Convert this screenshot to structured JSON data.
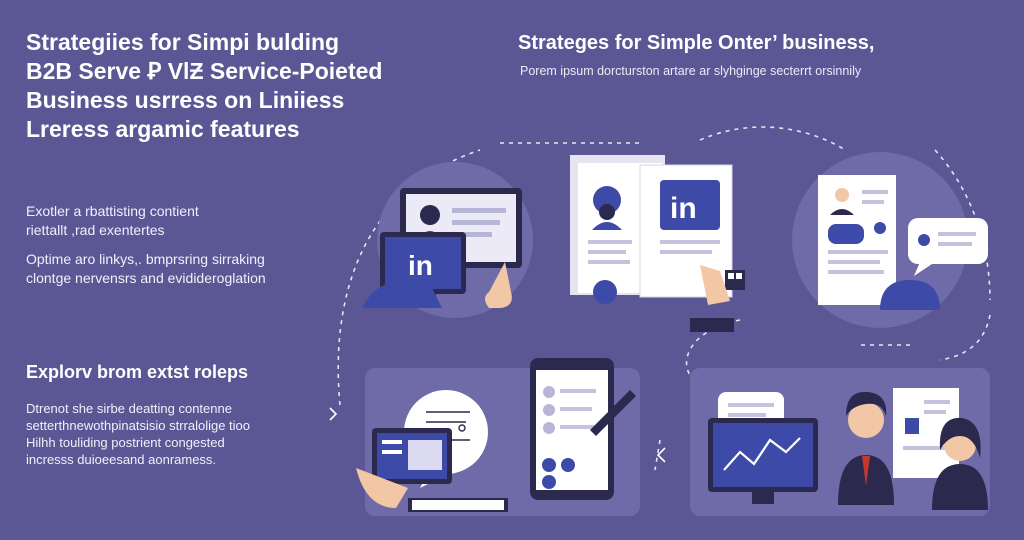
{
  "headline": {
    "lines": [
      "Strategiies for Simpi bulding",
      "B2B Serve Ꝑ VlƵ Service-Poieted",
      "Business usrress on Liniiess",
      "Lreress argamic features"
    ]
  },
  "right_header": {
    "title": "Strateges for Simple Onter’ business,",
    "subtitle": "Porem ipsum dorcturston artare ar slyhginge secterrt orsinnily"
  },
  "block1": {
    "lines": [
      "Exotler a rbattisting contient",
      "riettallt ,rad exentertes"
    ]
  },
  "block2": {
    "lines": [
      "Optime aro linkys,. bmprsring sirraking",
      "clontge nervensrs and evidideroglation"
    ]
  },
  "section2": {
    "title": "Explorv brom extst roleps",
    "lines": [
      "Dtrenot she sirbe deatting contenne",
      "setterthnewothpinatsisio strralolige tioo",
      "Hilhh touliding postrient congested",
      "incresss duioeesand aonramess."
    ]
  },
  "illustration": {
    "logo_text": "in",
    "colors": {
      "background": "#5b5794",
      "panel": "#6f6aa8",
      "card": "#e9e8f4",
      "accent_blue": "#3d4aa8",
      "line": "#ffffff"
    },
    "icons": [
      "monitor-linkedin-icon",
      "document-linkedin-icon",
      "profile-chat-icon",
      "tablet-checklist-icon",
      "chart-monitor-icon",
      "businesspeople-icon"
    ]
  }
}
